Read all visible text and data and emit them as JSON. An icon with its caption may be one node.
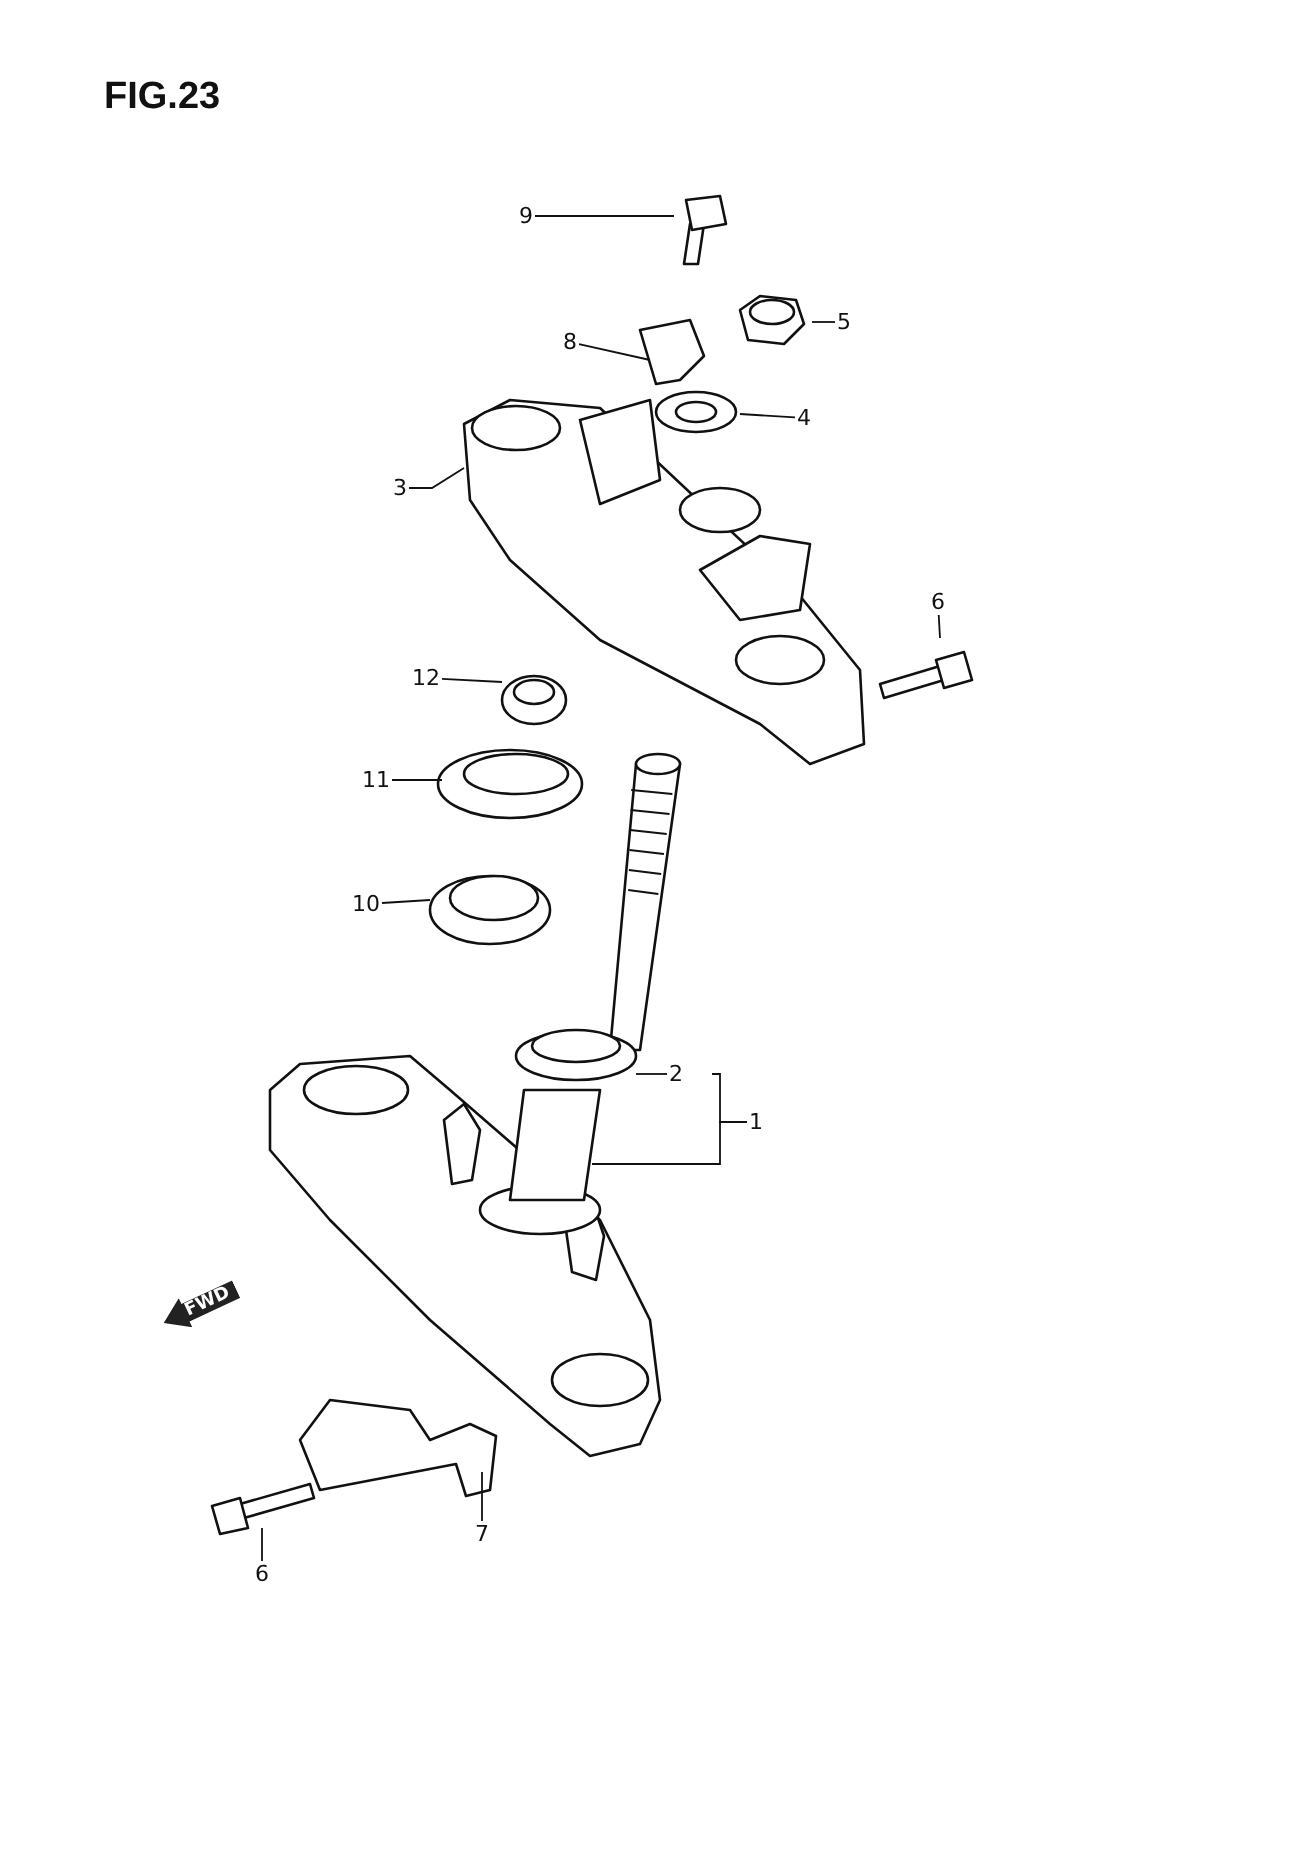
{
  "diagram": {
    "title": "FIG.23",
    "nodes": [
      {
        "text": [
          "9"
        ]
      },
      {
        "text": [
          "8"
        ]
      },
      {
        "text": [
          "5"
        ]
      },
      {
        "text": [
          "4"
        ]
      },
      {
        "text": [
          "3"
        ]
      },
      {
        "text": [
          "6"
        ]
      },
      {
        "text": [
          "12"
        ]
      },
      {
        "text": [
          "11"
        ]
      },
      {
        "text": [
          "10"
        ]
      },
      {
        "text": [
          "2"
        ]
      },
      {
        "text": [
          "1"
        ]
      },
      {
        "text": [
          "7"
        ]
      },
      {
        "text": [
          "6"
        ]
      }
    ],
    "edges": [
      {
        "from": 0,
        "to": null,
        "arrow": "none"
      },
      {
        "from": 1,
        "to": null,
        "arrow": "none"
      },
      {
        "from": 2,
        "to": null,
        "arrow": "none"
      },
      {
        "from": 3,
        "to": null,
        "arrow": "none"
      },
      {
        "from": 4,
        "to": null,
        "arrow": "none"
      },
      {
        "from": 5,
        "to": null,
        "arrow": "none"
      },
      {
        "from": 6,
        "to": null,
        "arrow": "none"
      },
      {
        "from": 7,
        "to": null,
        "arrow": "none"
      },
      {
        "from": 8,
        "to": null,
        "arrow": "none"
      },
      {
        "from": 9,
        "to": null,
        "arrow": "none"
      },
      {
        "from": 10,
        "to": null,
        "arrow": "none"
      },
      {
        "from": 10,
        "to": null,
        "arrow": "none"
      },
      {
        "from": 11,
        "to": null,
        "arrow": "none"
      },
      {
        "from": 12,
        "to": null,
        "arrow": "none"
      }
    ],
    "labels": [
      "FWD"
    ]
  }
}
